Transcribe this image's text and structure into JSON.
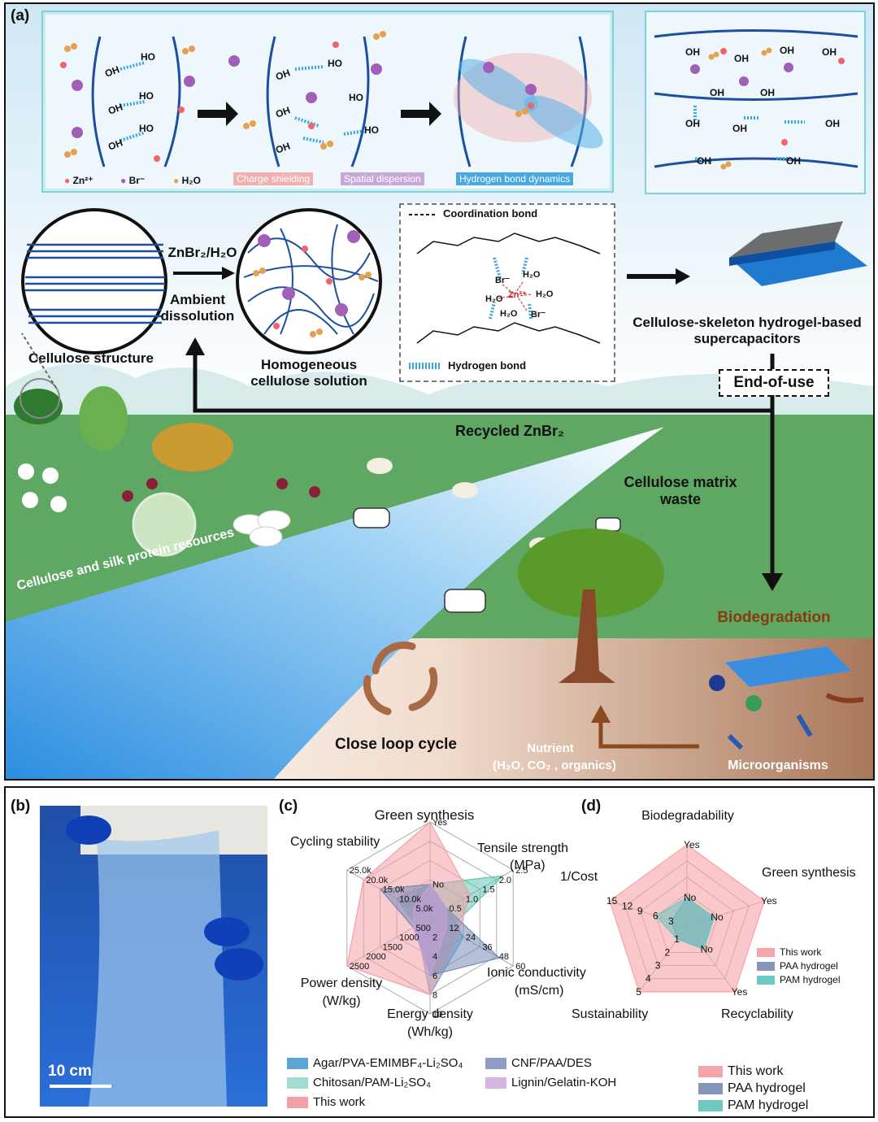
{
  "panel_a": {
    "label": "(a)",
    "legend": {
      "zn": "Zn²⁺",
      "br": "Br⁻",
      "h2o": "H₂O"
    },
    "mechanism_labels": [
      "Charge shielding",
      "Spatial dispersion",
      "Hydrogen bond dynamics"
    ],
    "oh": "OH",
    "ho": "HO",
    "cellulose_structure": "Cellulose structure",
    "reagent": "ZnBr₂/H₂O",
    "process": "Ambient dissolution",
    "solution": "Homogeneous cellulose solution",
    "coordination_bond": "Coordination bond",
    "hydrogen_bond": "Hydrogen bond",
    "chem": {
      "br": "Br⁻",
      "zn": "Zn²⁺",
      "h2o": "H₂O"
    },
    "product": "Cellulose-skeleton hydrogel-based supercapacitors",
    "end_of_use": "End-of-use",
    "recycled": "Recycled ZnBr₂",
    "waste": "Cellulose matrix waste",
    "resources": "Cellulose and silk protein resources",
    "biodegradation": "Biodegradation",
    "close_loop": "Close loop cycle",
    "nutrient": "Nutrient",
    "nutrient_detail": "(H₂O, CO₂ , organics)",
    "microorganisms": "Microorganisms",
    "colors": {
      "zn": "#f0646a",
      "br": "#a060b8",
      "h2o": "#e8a050",
      "chain": "#1c4fa0",
      "grass": "#5ea864",
      "water": "#8fc8f0"
    }
  },
  "panel_b": {
    "label": "(b)",
    "scale": "10 cm"
  },
  "panel_c": {
    "label": "(c)",
    "axes": [
      {
        "name": "Green synthesis",
        "ticks": [
          "No",
          "Yes"
        ]
      },
      {
        "name": "Tensile strength",
        "unit": "(MPa)",
        "ticks": [
          "0.5",
          "1.0",
          "1.5",
          "2.0",
          "2.5"
        ]
      },
      {
        "name": "Ionic conductivity",
        "unit": "(mS/cm)",
        "ticks": [
          "12",
          "24",
          "36",
          "48",
          "60"
        ]
      },
      {
        "name": "Energy density",
        "unit": "(Wh/kg)",
        "ticks": [
          "2",
          "4",
          "6",
          "8",
          "10"
        ]
      },
      {
        "name": "Power density",
        "unit": "(W/kg)",
        "ticks": [
          "500",
          "1000",
          "1500",
          "2000",
          "2500"
        ]
      },
      {
        "name": "Cycling stability",
        "ticks": [
          "5.0k",
          "10.0k",
          "15.0k",
          "20.0k",
          "25.0k"
        ]
      }
    ],
    "chart_data": {
      "type": "radar",
      "axes": [
        "Green synthesis",
        "Tensile strength",
        "Ionic conductivity",
        "Energy density",
        "Power density",
        "Cycling stability"
      ],
      "series": [
        {
          "name": "Agar/PVA-EMIMBF₄-Li₂SO₄",
          "color": "#5aa7d6",
          "values": [
            0.35,
            0.5,
            24,
            8,
            400,
            10000
          ]
        },
        {
          "name": "Chitosan/PAM-Li₂SO₄",
          "color": "#62c4b8",
          "values": [
            0.35,
            2.2,
            14,
            2,
            300,
            8000
          ]
        },
        {
          "name": "This work",
          "color": "#f4a0a6",
          "values": [
            1.0,
            1.2,
            20,
            8,
            2500,
            20000
          ]
        },
        {
          "name": "CNF/PAA/DES",
          "color": "#7a8ab6",
          "values": [
            0.35,
            0.5,
            50,
            6,
            500,
            15000
          ]
        },
        {
          "name": "Lignin/Gelatin-KOH",
          "color": "#c8a0d8",
          "values": [
            0.35,
            0.5,
            12,
            6,
            500,
            5000
          ]
        }
      ]
    }
  },
  "panel_d": {
    "label": "(d)",
    "axes": [
      {
        "name": "Biodegradability",
        "ticks": [
          "No",
          "Yes"
        ]
      },
      {
        "name": "Green synthesis",
        "ticks": [
          "No",
          "Yes"
        ]
      },
      {
        "name": "Recyclability",
        "ticks": [
          "No",
          "Yes"
        ]
      },
      {
        "name": "Sustainability",
        "ticks": [
          "1",
          "2",
          "3",
          "4",
          "5"
        ]
      },
      {
        "name": "1/Cost",
        "ticks": [
          "3",
          "6",
          "9",
          "12",
          "15"
        ]
      }
    ],
    "legend_inner": [
      "This work",
      "PAA hydrogel",
      "PAM hydrogel"
    ],
    "legend_outer": [
      "This work",
      "PAA hydrogel",
      "PAM hydrogel"
    ],
    "chart_data": {
      "type": "radar",
      "axes": [
        "Biodegradability",
        "Green synthesis",
        "Recyclability",
        "Sustainability",
        "1/Cost"
      ],
      "series": [
        {
          "name": "This work",
          "color": "#f6a4a8",
          "values": [
            1,
            1,
            1,
            5,
            15
          ]
        },
        {
          "name": "PAA hydrogel",
          "color": "#8596b8",
          "values": [
            0.35,
            0.35,
            0.35,
            1,
            3
          ]
        },
        {
          "name": "PAM hydrogel",
          "color": "#6cc8c0",
          "values": [
            0.35,
            0.35,
            0.35,
            1,
            6
          ]
        }
      ]
    }
  }
}
